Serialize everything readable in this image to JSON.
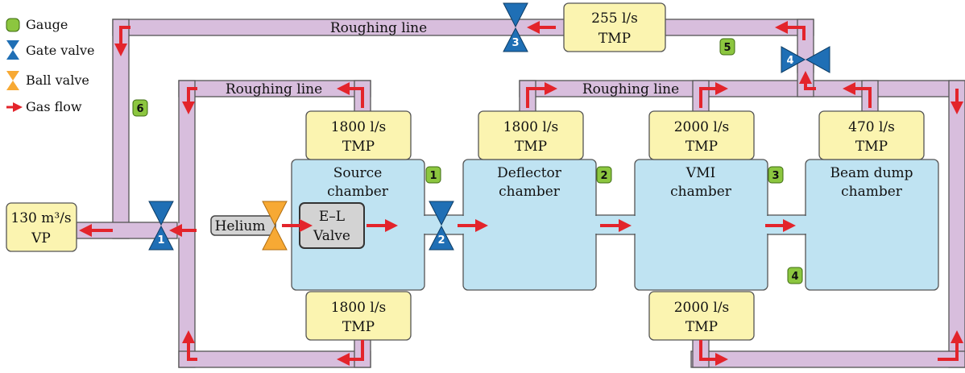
{
  "legend": {
    "gauge": "Gauge",
    "gate_valve": "Gate valve",
    "ball_valve": "Ball valve",
    "gas_flow": "Gas flow"
  },
  "colors": {
    "pipe": "#d8bedd",
    "pipe_stroke": "#555555",
    "chamber": "#bfe3f2",
    "pump": "#fbf4b0",
    "gauge": "#8cc63f",
    "gate_valve": "#1f6fb5",
    "ball_valve": "#f7a934",
    "flow_arrow": "#e3242b",
    "el_valve": "#d3d3d3"
  },
  "roughing_lines": {
    "top": "Roughing line",
    "left": "Roughing line",
    "right": "Roughing line"
  },
  "pumps": {
    "vp": {
      "line1": "130 m³/s",
      "line2": "VP"
    },
    "tmp_255": {
      "line1": "255 l/s",
      "line2": "TMP"
    },
    "tmp_source_top": {
      "line1": "1800 l/s",
      "line2": "TMP"
    },
    "tmp_source_bottom": {
      "line1": "1800 l/s",
      "line2": "TMP"
    },
    "tmp_deflector": {
      "line1": "1800 l/s",
      "line2": "TMP"
    },
    "tmp_vmi_top": {
      "line1": "2000 l/s",
      "line2": "TMP"
    },
    "tmp_vmi_bottom": {
      "line1": "2000 l/s",
      "line2": "TMP"
    },
    "tmp_beam_dump": {
      "line1": "470 l/s",
      "line2": "TMP"
    }
  },
  "chambers": {
    "source": {
      "line1": "Source",
      "line2": "chamber"
    },
    "deflector": {
      "line1": "Deflector",
      "line2": "chamber"
    },
    "vmi": {
      "line1": "VMI",
      "line2": "chamber"
    },
    "beam_dump": {
      "line1": "Beam dump",
      "line2": "chamber"
    }
  },
  "helium": "Helium",
  "el_valve": {
    "line1": "E–L",
    "line2": "Valve"
  },
  "gauges": [
    "1",
    "2",
    "3",
    "4",
    "5",
    "6"
  ],
  "gate_valves": [
    "1",
    "2",
    "3",
    "4"
  ]
}
